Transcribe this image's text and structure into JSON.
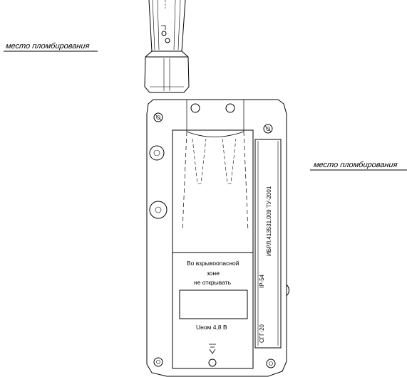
{
  "labels": {
    "seal_place_left": "место пломбирования",
    "seal_place_right": "место пломбирования",
    "warning_line1": "Во взрывоопасной",
    "warning_line2": "зоне",
    "warning_line3": "не открывать",
    "voltage": "Uном 4,8 В",
    "spec_code": "ИБРЛ.413531.009 ТУ-2001",
    "protection": "IP-54",
    "model": "СГГ-20"
  },
  "icons": [
    "ground-symbol-icon",
    "screw-icon"
  ]
}
